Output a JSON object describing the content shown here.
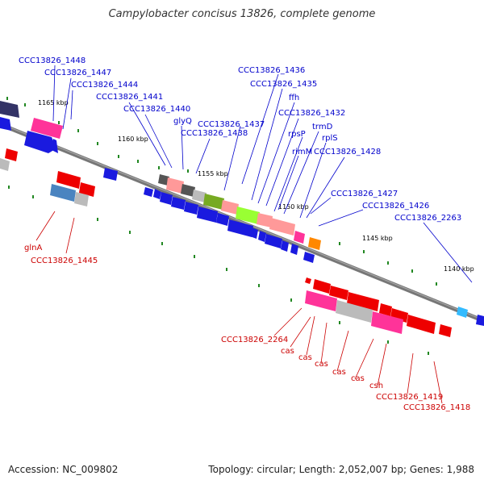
{
  "title": "Campylobacter concisus 13826, complete genome",
  "footer": {
    "accession": "Accession: NC_009802",
    "topology": "Topology: circular; Length: 2,052,007 bp; Genes: 1,988"
  },
  "colors": {
    "backbone": "#777777",
    "forward_label": "#0000cc",
    "reverse_label": "#cc0000",
    "blue_gene": "#1a1adf",
    "red_gene": "#ee0000",
    "pink_gene": "#ff3399",
    "gray_gene": "#bbbbbb",
    "green_gene": "#99ff33",
    "olive_gene": "#77aa22",
    "salmon_gene": "#ff9999",
    "steelblue_gene": "#4a84c0",
    "orange_gene": "#ff8800",
    "cyan_gene": "#33bbff",
    "tick": "#228822"
  },
  "kbp_labels": [
    "1165 kbp",
    "1160 kbp",
    "1155 kbp",
    "1150 kbp",
    "1145 kbp",
    "1140 kbp"
  ],
  "forward_labels": [
    "CCC13826_1448",
    "CCC13826_1447",
    "CCC13826_1444",
    "CCC13826_1441",
    "CCC13826_1440",
    "glyQ",
    "CCC13826_1438",
    "CCC13826_1437",
    "CCC13826_1436",
    "CCC13826_1435",
    "ffh",
    "CCC13826_1432",
    "rpsP",
    "trmD",
    "rplS",
    "rimM",
    "CCC13826_1428",
    "CCC13826_1427",
    "CCC13826_1426",
    "CCC13826_2263"
  ],
  "reverse_labels": [
    "glnA",
    "CCC13826_1445",
    "CCC13826_2264",
    "cas",
    "cas",
    "cas",
    "cas",
    "cas",
    "csh",
    "CCC13826_1419",
    "CCC13826_1418"
  ]
}
